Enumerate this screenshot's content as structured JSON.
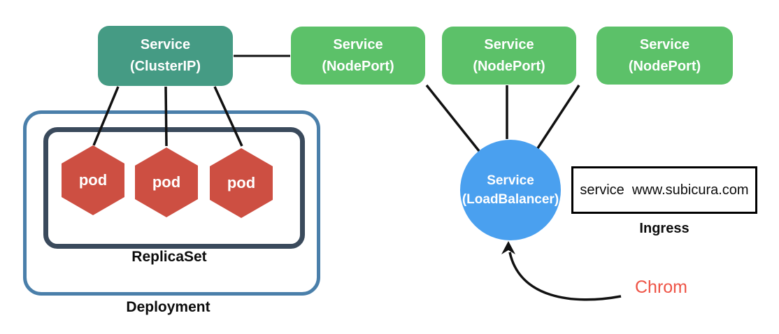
{
  "nodes": {
    "cluster_ip": {
      "line1": "Service",
      "line2": "(ClusterIP)"
    },
    "node_ports": [
      {
        "line1": "Service",
        "line2": "(NodePort)"
      },
      {
        "line1": "Service",
        "line2": "(NodePort)"
      },
      {
        "line1": "Service",
        "line2": "(NodePort)"
      }
    ],
    "load_balancer": {
      "line1": "Service",
      "line2": "(LoadBalancer)"
    }
  },
  "pods": [
    {
      "label": "pod"
    },
    {
      "label": "pod"
    },
    {
      "label": "pod"
    }
  ],
  "labels": {
    "replicaset": "ReplicaSet",
    "deployment": "Deployment",
    "ingress": "Ingress",
    "client": "Chrom"
  },
  "ingress_rule": "service  www.subicura.com",
  "colors": {
    "clusterip_fill": "#459b84",
    "nodeport_fill": "#5cc169",
    "loadbalancer_fill": "#4aa0ef",
    "pod_fill": "#cd4f42",
    "deployment_border": "#4a7faa",
    "replicaset_border": "#3a4a5c",
    "connector": "#111111",
    "client_text": "#ee5345"
  }
}
